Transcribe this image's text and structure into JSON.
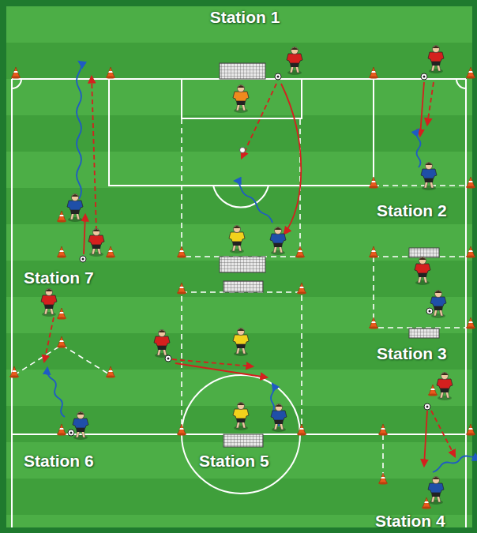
{
  "diagram": {
    "labels": [
      "Station 1",
      "Station 2",
      "Station 7",
      "Station 3",
      "Station 6",
      "Station 5",
      "Station 4"
    ]
  }
}
